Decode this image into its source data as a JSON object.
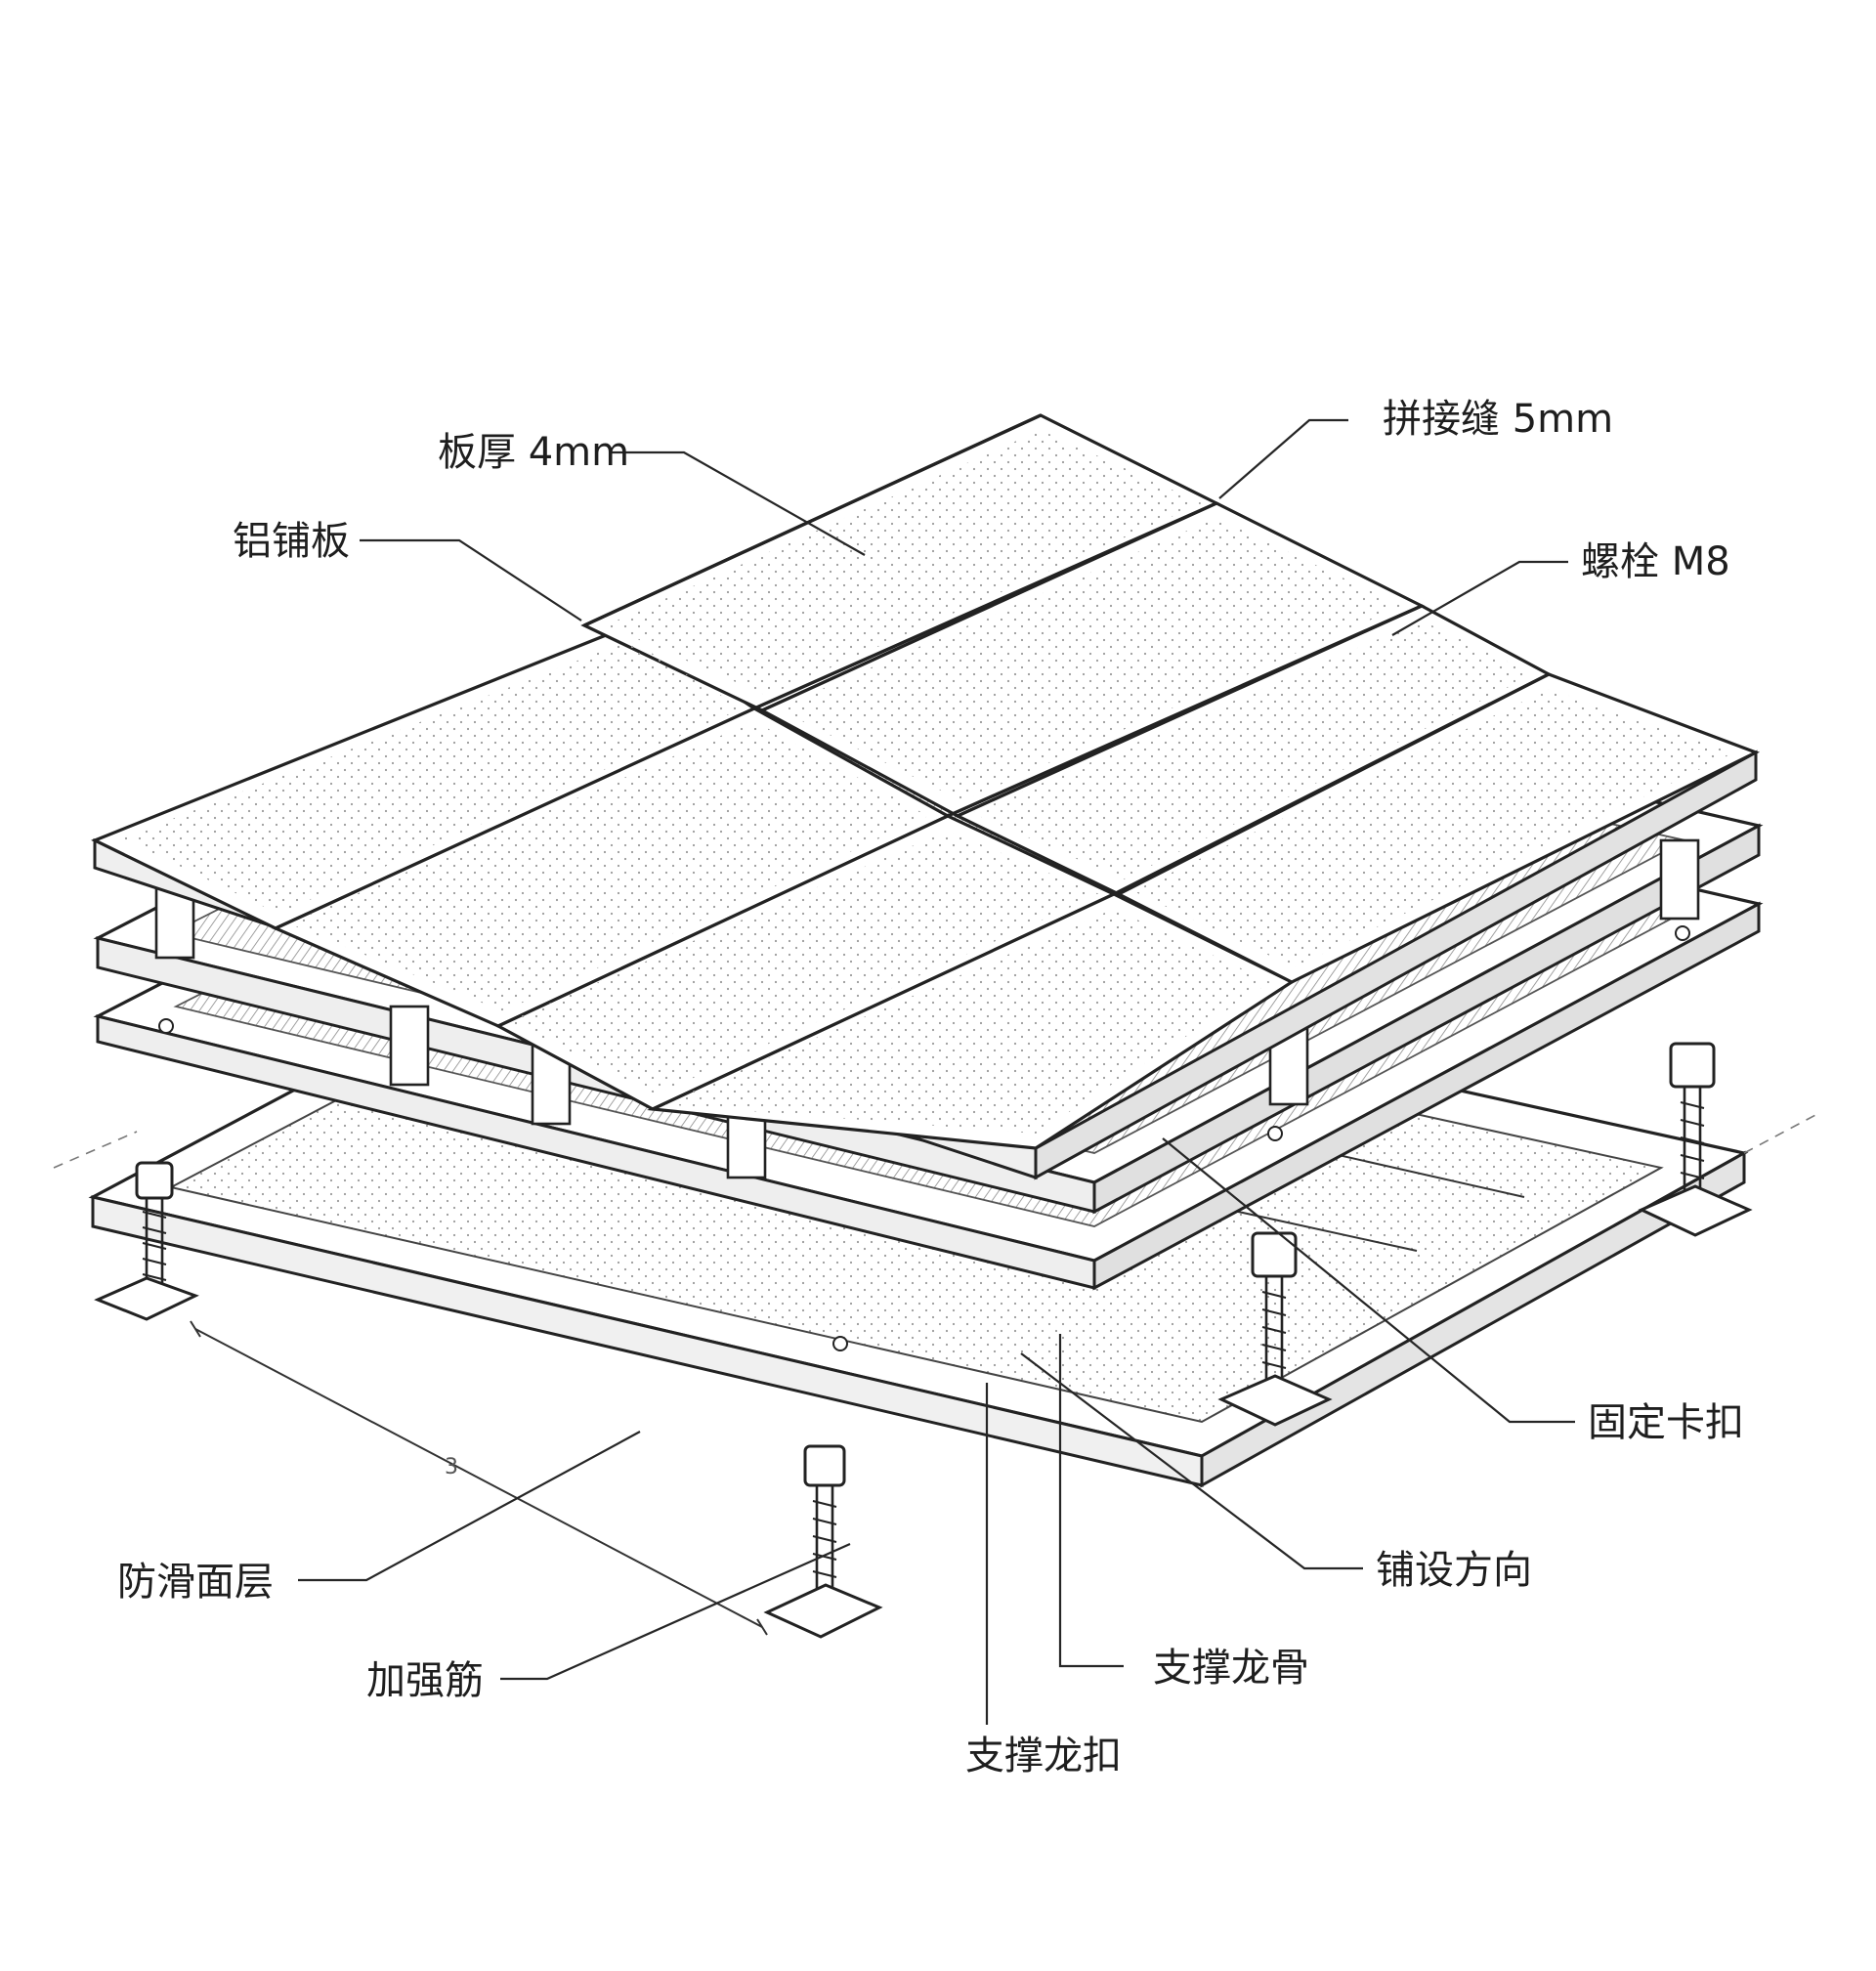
{
  "diagram": {
    "callouts": {
      "plate_thickness": "板厚 4mm",
      "seam_width": "拼接缝 5mm",
      "aluminum_plate": "铝铺板",
      "bolt": "螺栓 M8",
      "fixing_clip": "固定卡扣",
      "laying_direction": "铺设方向",
      "anti_slip_layer": "防滑面层",
      "support_keel": "支撑龙骨",
      "stiffener": "加强筋",
      "support_keel_clip": "支撑龙扣"
    },
    "dimension_mark": "3"
  }
}
